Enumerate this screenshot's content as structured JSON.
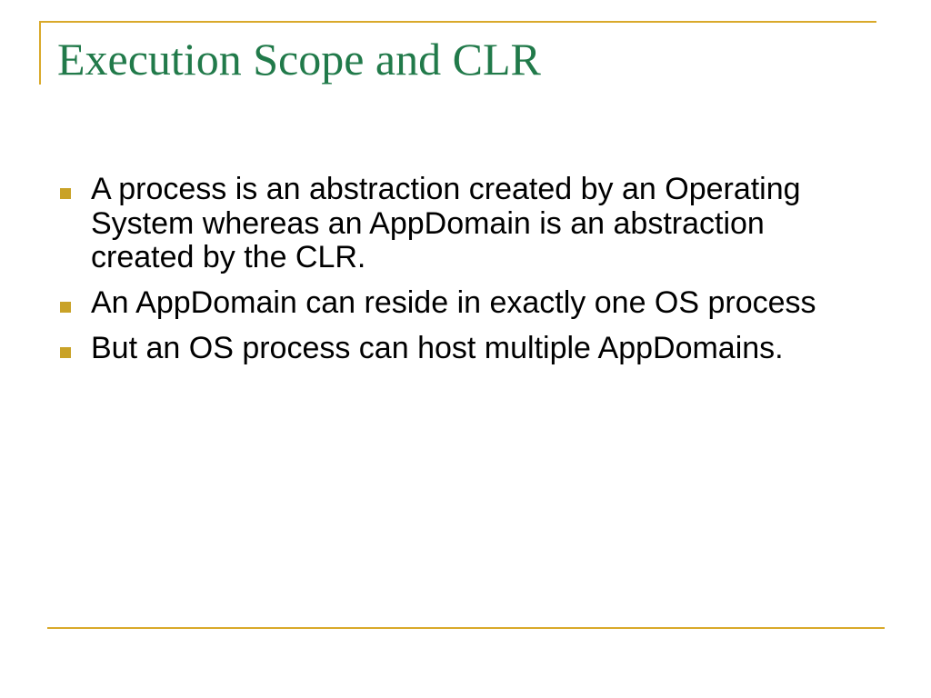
{
  "slide": {
    "title": "Execution Scope and CLR",
    "bullets": [
      "A process is an abstraction created by an Operating System whereas an AppDomain is an abstraction created by the CLR.",
      "An AppDomain can reside in exactly one OS process",
      "But an OS process can host multiple AppDomains."
    ]
  },
  "colors": {
    "title": "#217a4a",
    "accent": "#d9a92a",
    "bullet_marker": "#c9a227",
    "text": "#000000",
    "background": "#ffffff"
  },
  "icons": {
    "bullet_marker": "square-bullet-icon"
  }
}
